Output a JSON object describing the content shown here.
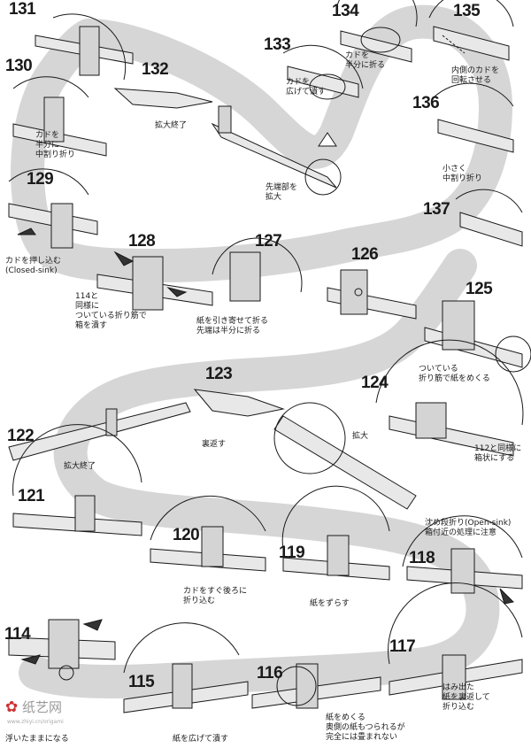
{
  "steps": {
    "s114": "114",
    "s115": "115",
    "s116": "116",
    "s117": "117",
    "s118": "118",
    "s119": "119",
    "s120": "120",
    "s121": "121",
    "s122": "122",
    "s123": "123",
    "s124": "124",
    "s125": "125",
    "s126": "126",
    "s127": "127",
    "s128": "128",
    "s129": "129",
    "s130": "130",
    "s131": "131",
    "s132": "132",
    "s133": "133",
    "s134": "134",
    "s135": "135",
    "s136": "136",
    "s137": "137"
  },
  "captions": {
    "c134": [
      "カドを",
      "半分に折る"
    ],
    "c135": [
      "内側のカドを",
      "回転させる"
    ],
    "c133": [
      "カドを",
      "広げて潰す"
    ],
    "c132": [
      "拡大終了"
    ],
    "c130": [
      "カドを",
      "半分に",
      "中割り折り"
    ],
    "c_tip": [
      "先端部を",
      "拡大"
    ],
    "c136": [
      "小さく",
      "中割り折り"
    ],
    "c129": [
      "カドを押し込む",
      "(Closed-sink)"
    ],
    "c128": [
      "114と",
      "同様に",
      "ついている折り筋で",
      "箱を潰す"
    ],
    "c127": [
      "紙を引き寄せて折る",
      "先端は半分に折る"
    ],
    "c125": [
      "ついている",
      "折り筋で紙をめくる"
    ],
    "c123": [
      "裏返す"
    ],
    "c124a": [
      "拡大"
    ],
    "c124b": [
      "112と同様に",
      "箱状にする"
    ],
    "c122": [
      "拡大終了"
    ],
    "c118": [
      "沈め段折り(Open-sink)",
      "箱付近の処理に注意"
    ],
    "c120": [
      "カドをすぐ後ろに",
      "折り込む"
    ],
    "c119": [
      "紙をずらす"
    ],
    "c117": [
      "はみ出た",
      "紙を裏返して",
      "折り込む"
    ],
    "c116": [
      "紙をめくる",
      "奥側の紙もつられるが",
      "完全には畳まれない"
    ],
    "c115": [
      "紙を広げて潰す"
    ],
    "c114": [
      "浮いたままになる"
    ]
  },
  "watermark": {
    "logo": "纸艺网",
    "sub": "www.zhiyi.cn/origami"
  },
  "colors": {
    "band": "#cfcfcf",
    "ink": "#1a1a1a",
    "paper": "#e8e8e8",
    "shade": "#bdbdbd"
  }
}
